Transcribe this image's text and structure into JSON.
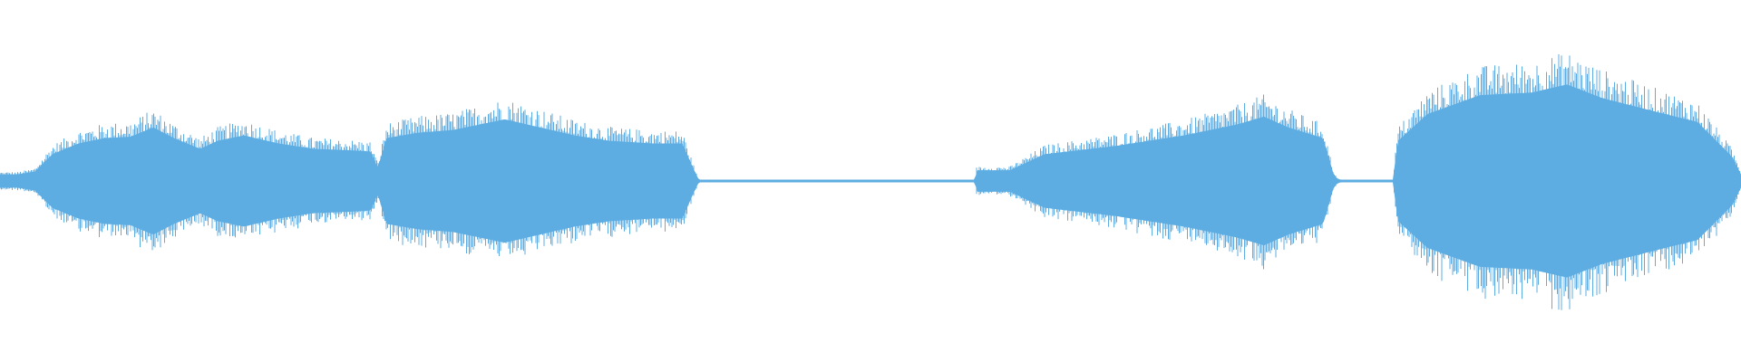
{
  "waveform": {
    "color": "#5dade2",
    "background": "#ffffff",
    "duration_fraction_segments": [
      {
        "name": "segment-1",
        "start": 0.0,
        "end": 0.401,
        "peak": 0.42
      },
      {
        "name": "silence-1",
        "start": 0.401,
        "end": 0.561,
        "peak": 0.01
      },
      {
        "name": "segment-2",
        "start": 0.561,
        "end": 0.768,
        "peak": 0.42
      },
      {
        "name": "silence-2",
        "start": 0.768,
        "end": 0.803,
        "peak": 0.01
      },
      {
        "name": "segment-3",
        "start": 0.803,
        "end": 1.0,
        "peak": 0.72
      }
    ],
    "envelope": [
      [
        0.0,
        0.05
      ],
      [
        0.01,
        0.05
      ],
      [
        0.02,
        0.07
      ],
      [
        0.03,
        0.2
      ],
      [
        0.045,
        0.28
      ],
      [
        0.06,
        0.32
      ],
      [
        0.075,
        0.33
      ],
      [
        0.088,
        0.4
      ],
      [
        0.1,
        0.32
      ],
      [
        0.115,
        0.24
      ],
      [
        0.125,
        0.3
      ],
      [
        0.14,
        0.34
      ],
      [
        0.16,
        0.28
      ],
      [
        0.18,
        0.24
      ],
      [
        0.2,
        0.23
      ],
      [
        0.213,
        0.22
      ],
      [
        0.217,
        0.1
      ],
      [
        0.222,
        0.32
      ],
      [
        0.24,
        0.36
      ],
      [
        0.26,
        0.38
      ],
      [
        0.29,
        0.46
      ],
      [
        0.31,
        0.4
      ],
      [
        0.33,
        0.34
      ],
      [
        0.35,
        0.3
      ],
      [
        0.375,
        0.28
      ],
      [
        0.392,
        0.28
      ],
      [
        0.398,
        0.1
      ],
      [
        0.401,
        0.02
      ],
      [
        0.402,
        0.01
      ],
      [
        0.42,
        0.01
      ],
      [
        0.46,
        0.01
      ],
      [
        0.5,
        0.01
      ],
      [
        0.54,
        0.01
      ],
      [
        0.56,
        0.01
      ],
      [
        0.561,
        0.08
      ],
      [
        0.58,
        0.08
      ],
      [
        0.6,
        0.2
      ],
      [
        0.64,
        0.26
      ],
      [
        0.68,
        0.34
      ],
      [
        0.71,
        0.42
      ],
      [
        0.726,
        0.48
      ],
      [
        0.74,
        0.4
      ],
      [
        0.76,
        0.32
      ],
      [
        0.766,
        0.05
      ],
      [
        0.768,
        0.02
      ],
      [
        0.77,
        0.01
      ],
      [
        0.8,
        0.01
      ],
      [
        0.803,
        0.3
      ],
      [
        0.82,
        0.5
      ],
      [
        0.85,
        0.64
      ],
      [
        0.88,
        0.66
      ],
      [
        0.9,
        0.72
      ],
      [
        0.92,
        0.62
      ],
      [
        0.95,
        0.52
      ],
      [
        0.975,
        0.44
      ],
      [
        0.995,
        0.18
      ],
      [
        1.0,
        0.05
      ]
    ]
  }
}
